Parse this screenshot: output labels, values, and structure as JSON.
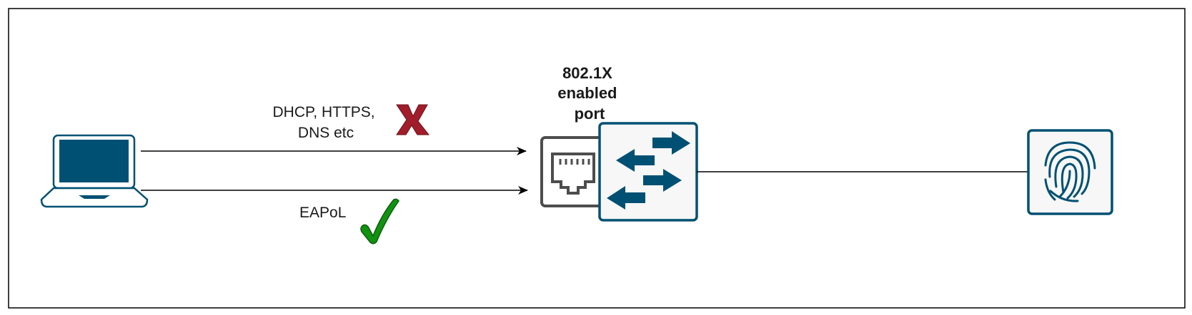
{
  "diagram": {
    "port": {
      "title_lines": [
        "802.1X",
        "enabled",
        "port"
      ]
    },
    "edges": {
      "blocked": {
        "label_lines": [
          "DHCP, HTTPS,",
          "DNS etc"
        ],
        "status_icon": "red-x-icon"
      },
      "allowed": {
        "label": "EAPoL",
        "status_icon": "green-check-icon"
      }
    },
    "nodes": {
      "client": {
        "icon": "laptop-icon"
      },
      "port": {
        "icon": "ethernet-port-icon"
      },
      "switch": {
        "icon": "switch-icon"
      },
      "auth_server": {
        "icon": "fingerprint-icon"
      }
    },
    "colors": {
      "accent": "#005073",
      "tile_bg": "#f7f7f7",
      "blocked": "#a11d2b",
      "allowed": "#119311",
      "line": "#000000",
      "port_gray": "#4d4d4d"
    }
  }
}
